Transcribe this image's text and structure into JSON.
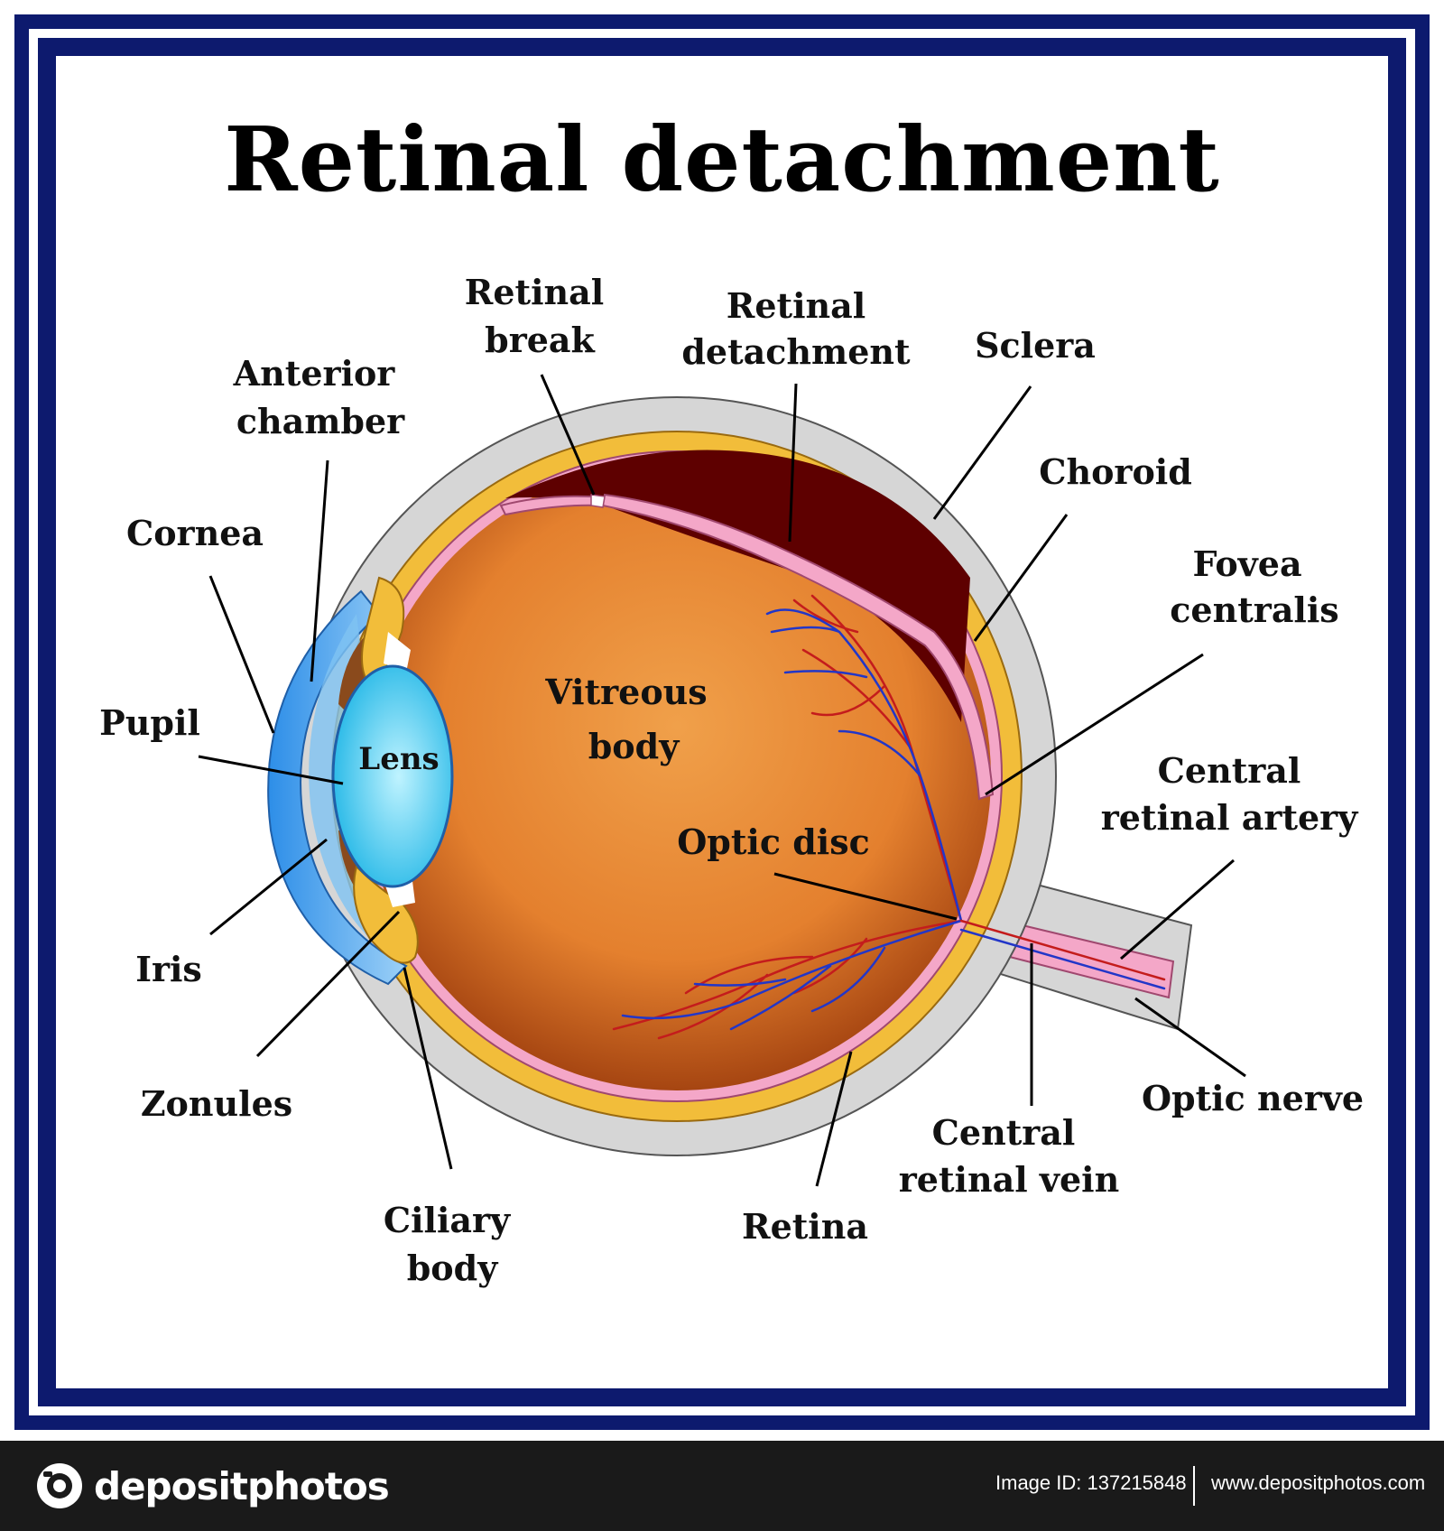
{
  "title": "Retinal detachment",
  "labels": {
    "retinal_break": [
      "Retinal",
      "break"
    ],
    "retinal_detachment": [
      "Retinal",
      "detachment"
    ],
    "sclera": "Sclera",
    "anterior_chamber": [
      "Anterior",
      "chamber"
    ],
    "choroid": "Choroid",
    "cornea": "Cornea",
    "fovea_centralis": [
      "Fovea",
      "centralis"
    ],
    "vitreous_body": [
      "Vitreous",
      "body"
    ],
    "pupil": "Pupil",
    "lens": "Lens",
    "central_retinal_artery": [
      "Central",
      "retinal artery"
    ],
    "optic_disc": "Optic disc",
    "iris": "Iris",
    "zonules": "Zonules",
    "optic_nerve": "Optic nerve",
    "central_retinal_vein": [
      "Central",
      "retinal vein"
    ],
    "ciliary_body": [
      "Ciliary",
      "body"
    ],
    "retina": "Retina"
  },
  "colors": {
    "frame": "#0d1a6e",
    "sclera": "#d6d6d6",
    "choroid": "#f2bd3a",
    "retina": "#f4a7c8",
    "vitreous": "#e98a3a",
    "detached_space": "#5e0000",
    "cornea": "#5aa8ef",
    "lens": "#34c5ee",
    "artery": "#c41c1c",
    "vein": "#2236c8"
  },
  "footer": {
    "brand": "depositphotos",
    "image_id": "Image ID: 137215848",
    "website": "www.depositphotos.com"
  }
}
